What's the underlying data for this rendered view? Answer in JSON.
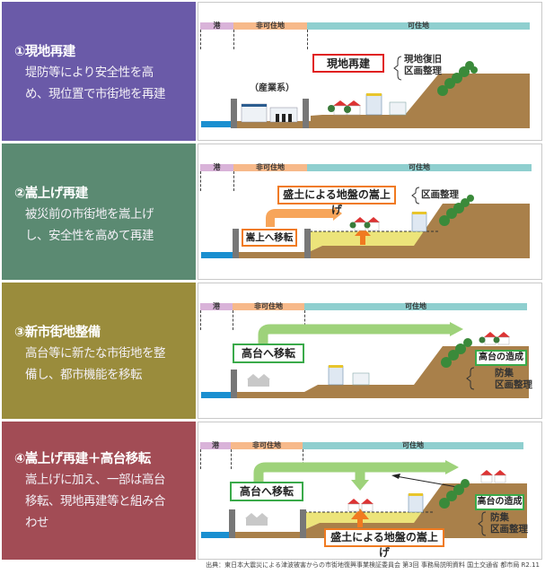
{
  "zones": {
    "port": "港",
    "non_habitable": "非可住地",
    "habitable": "可住地"
  },
  "colors": {
    "panel1": "#6a5aa8",
    "panel2": "#5b8a72",
    "panel3": "#9a8c3c",
    "panel4": "#a24c55",
    "zone_port": "#d9b3d9",
    "zone_nonhab": "#f7b98a",
    "zone_hab": "#8fcfcf",
    "ground": "#a9804a",
    "sea": "#1a8fd0",
    "fill": "#ece47a",
    "red_box": "#e02020",
    "orange_box": "#f07a20",
    "green_box": "#3aaa4a",
    "green_arrow": "#9ed27a"
  },
  "panels": [
    {
      "title": "①現地再建",
      "body": [
        "堤防等により安全性を高",
        "め、現位置で市街地を再建"
      ],
      "diagram": {
        "main_label": "現地再建",
        "note": [
          "現地復旧",
          "区画整理"
        ],
        "industry_label": "（産業系）"
      }
    },
    {
      "title": "②嵩上げ再建",
      "body": [
        "被災前の市街地を嵩上げ",
        "し、安全性を高めて再建"
      ],
      "diagram": {
        "main_label": "盛土による地盤の嵩上げ",
        "note": [
          "区画整理"
        ],
        "move_label": "嵩上へ移転"
      }
    },
    {
      "title": "③新市街地整備",
      "body": [
        "高台等に新たな市街地を整",
        "備し、都市機能を移転"
      ],
      "diagram": {
        "move_label": "高台へ移転",
        "hill_label": "高台の造成",
        "note": [
          "防集",
          "区画整理"
        ]
      }
    },
    {
      "title": "④嵩上げ再建＋高台移転",
      "body": [
        "嵩上げに加え、一部は高台",
        "移転、現地再建等と組み合",
        "わせ"
      ],
      "diagram": {
        "move_label": "高台へ移転",
        "hill_label": "高台の造成",
        "note": [
          "防集",
          "区画整理"
        ],
        "raise_label": "盛土による地盤の嵩上げ"
      }
    }
  ],
  "source": "出典：東日本大震災による津波被害からの市街地復興事業検証委員会 第3回 事務局説明資料 国土交通省 都市局 R2.11"
}
